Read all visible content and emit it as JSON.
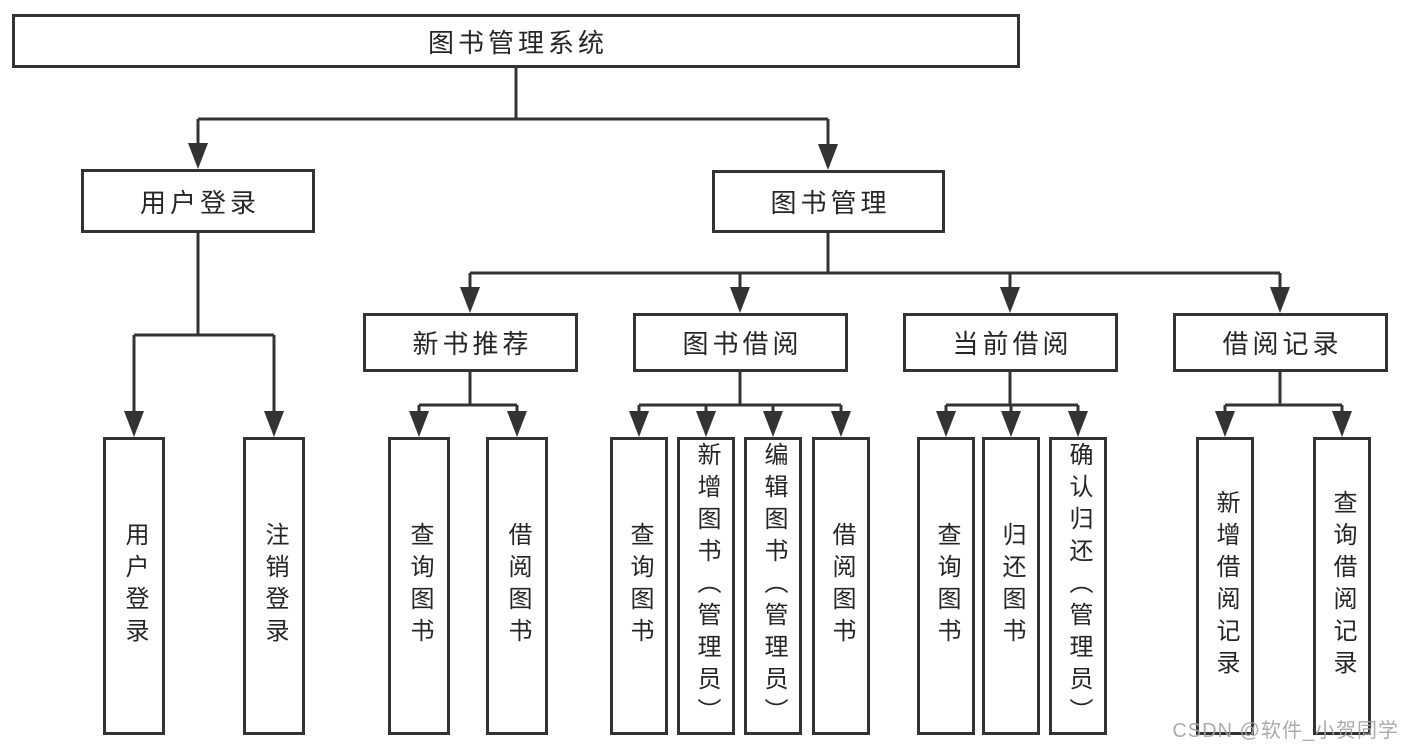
{
  "nodes": {
    "root": "图书管理系统",
    "user_login": "用户登录",
    "book_management": "图书管理",
    "new_book_recommend": "新书推荐",
    "book_borrowing": "图书借阅",
    "current_borrowing": "当前借阅",
    "borrow_records": "借阅记录",
    "leaf_user_login": "用户登录",
    "leaf_logout": "注销登录",
    "leaf_query_books_a": "查询图书",
    "leaf_borrow_books_a": "借阅图书",
    "leaf_query_books_b": "查询图书",
    "leaf_add_books_admin": "新增图书（管理员）",
    "leaf_edit_books_admin": "编辑图书（管理员）",
    "leaf_borrow_books_b": "借阅图书",
    "leaf_query_books_c": "查询图书",
    "leaf_return_books": "归还图书",
    "leaf_confirm_return_admin": "确认归还（管理员）",
    "leaf_add_borrow_record": "新增借阅记录",
    "leaf_query_borrow_record": "查询借阅记录"
  },
  "watermark": "CSDN @软件_小贺同学",
  "colors": {
    "line": "#333333",
    "text": "#262626",
    "watermark": "#a3a3a3",
    "background": "#ffffff"
  }
}
